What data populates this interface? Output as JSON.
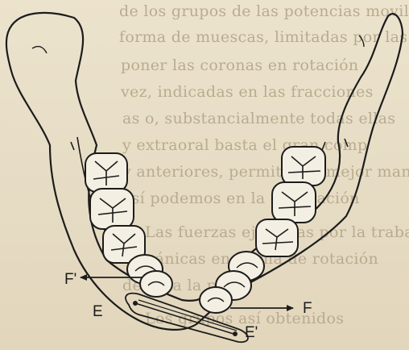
{
  "background_text": [
    "de los grupos de las potencias movilizadoras",
    "forma de muescas, limitadas por las rotacion",
    "poner las coronas en rotación",
    "vez, indicadas en las fracciones",
    "as o, substancialmente todas ellas",
    "y extraoral basta el gran comp",
    "y anteriores, permiten la mejor manera",
    "así podemos en la ordenación",
    "Las fuerzas ejercidas por la trabaj",
    "mecánicas en forma de rotación",
    "de toda la pieza",
    "Los grupos así obtenidos"
  ],
  "figure": {
    "labels": {
      "force_left": "F'",
      "force_right": "F",
      "elastic_left": "E",
      "elastic_right": "E'"
    },
    "colors": {
      "ink": "#1c1c1c",
      "paper": "#e9dfc9",
      "tooth_fill": "#f4efe3"
    }
  }
}
